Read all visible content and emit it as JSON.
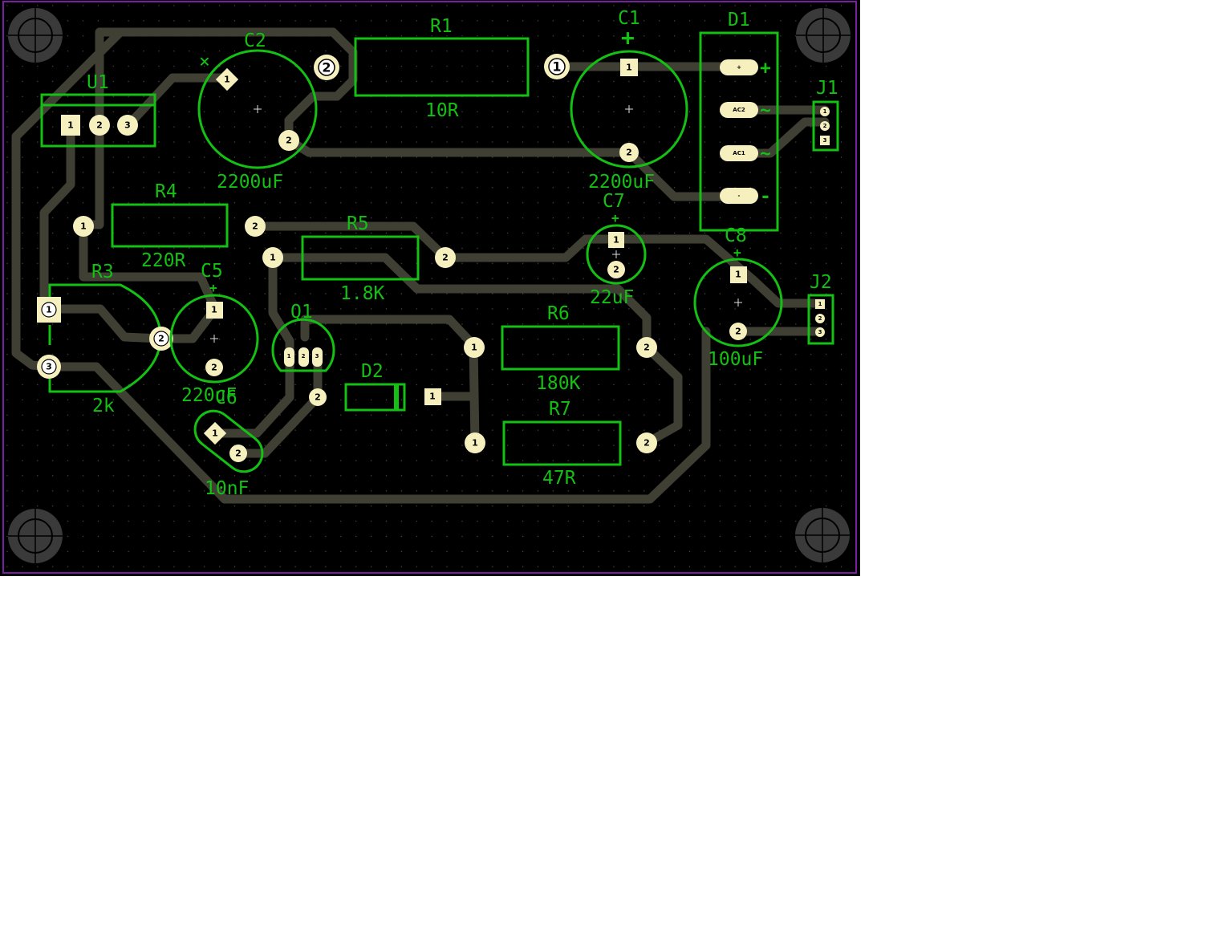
{
  "colors": {
    "background": "#000000",
    "silkscreen": "#13c013",
    "track": "#3f3f33",
    "pad": "#f6f0bf",
    "board_outline": "#7b1fa2",
    "mounting_hole_ring": "#3a3a3a"
  },
  "components": {
    "U1": {
      "ref": "U1",
      "pins": [
        "1",
        "2",
        "3"
      ]
    },
    "C2": {
      "ref": "C2",
      "value": "2200uF",
      "marker": "×",
      "pins": [
        "1",
        "2",
        "2"
      ]
    },
    "R1": {
      "ref": "R1",
      "value": "10R",
      "pins": [
        "1"
      ]
    },
    "C1": {
      "ref": "C1",
      "value": "2200uF",
      "polarity": "+",
      "pins": [
        "1",
        "2"
      ]
    },
    "D1": {
      "ref": "D1",
      "pins": [
        "+",
        "AC2",
        "AC1",
        "-"
      ],
      "marks": [
        "+",
        "~",
        "~",
        "-"
      ]
    },
    "J1": {
      "ref": "J1",
      "pins": [
        "1",
        "2",
        "3"
      ]
    },
    "R4": {
      "ref": "R4",
      "value": "220R",
      "pins": [
        "1",
        "2"
      ]
    },
    "R5": {
      "ref": "R5",
      "value": "1.8K",
      "pins": [
        "1",
        "2"
      ]
    },
    "C7": {
      "ref": "C7",
      "value": "22uF",
      "polarity": "+",
      "pins": [
        "1",
        "2"
      ]
    },
    "C8": {
      "ref": "C8",
      "value": "100uF",
      "polarity": "+",
      "pins": [
        "1",
        "2"
      ]
    },
    "J2": {
      "ref": "J2",
      "pins": [
        "1",
        "2",
        "3"
      ]
    },
    "R3": {
      "ref": "R3",
      "value": "2k",
      "pins": [
        "1",
        "2",
        "3"
      ]
    },
    "C5": {
      "ref": "C5",
      "value": "220uF",
      "polarity": "+",
      "pins": [
        "1",
        "2"
      ]
    },
    "Q1": {
      "ref": "Q1",
      "pins": [
        "1",
        "2",
        "3",
        "2"
      ]
    },
    "D2": {
      "ref": "D2",
      "pins": [
        "1"
      ]
    },
    "R6": {
      "ref": "R6",
      "value": "180K",
      "pins": [
        "1",
        "2"
      ]
    },
    "R7": {
      "ref": "R7",
      "value": "47R",
      "pins": [
        "1",
        "2"
      ]
    },
    "C6": {
      "ref": "C6",
      "value": "10nF",
      "pins": [
        "1",
        "2"
      ]
    }
  }
}
